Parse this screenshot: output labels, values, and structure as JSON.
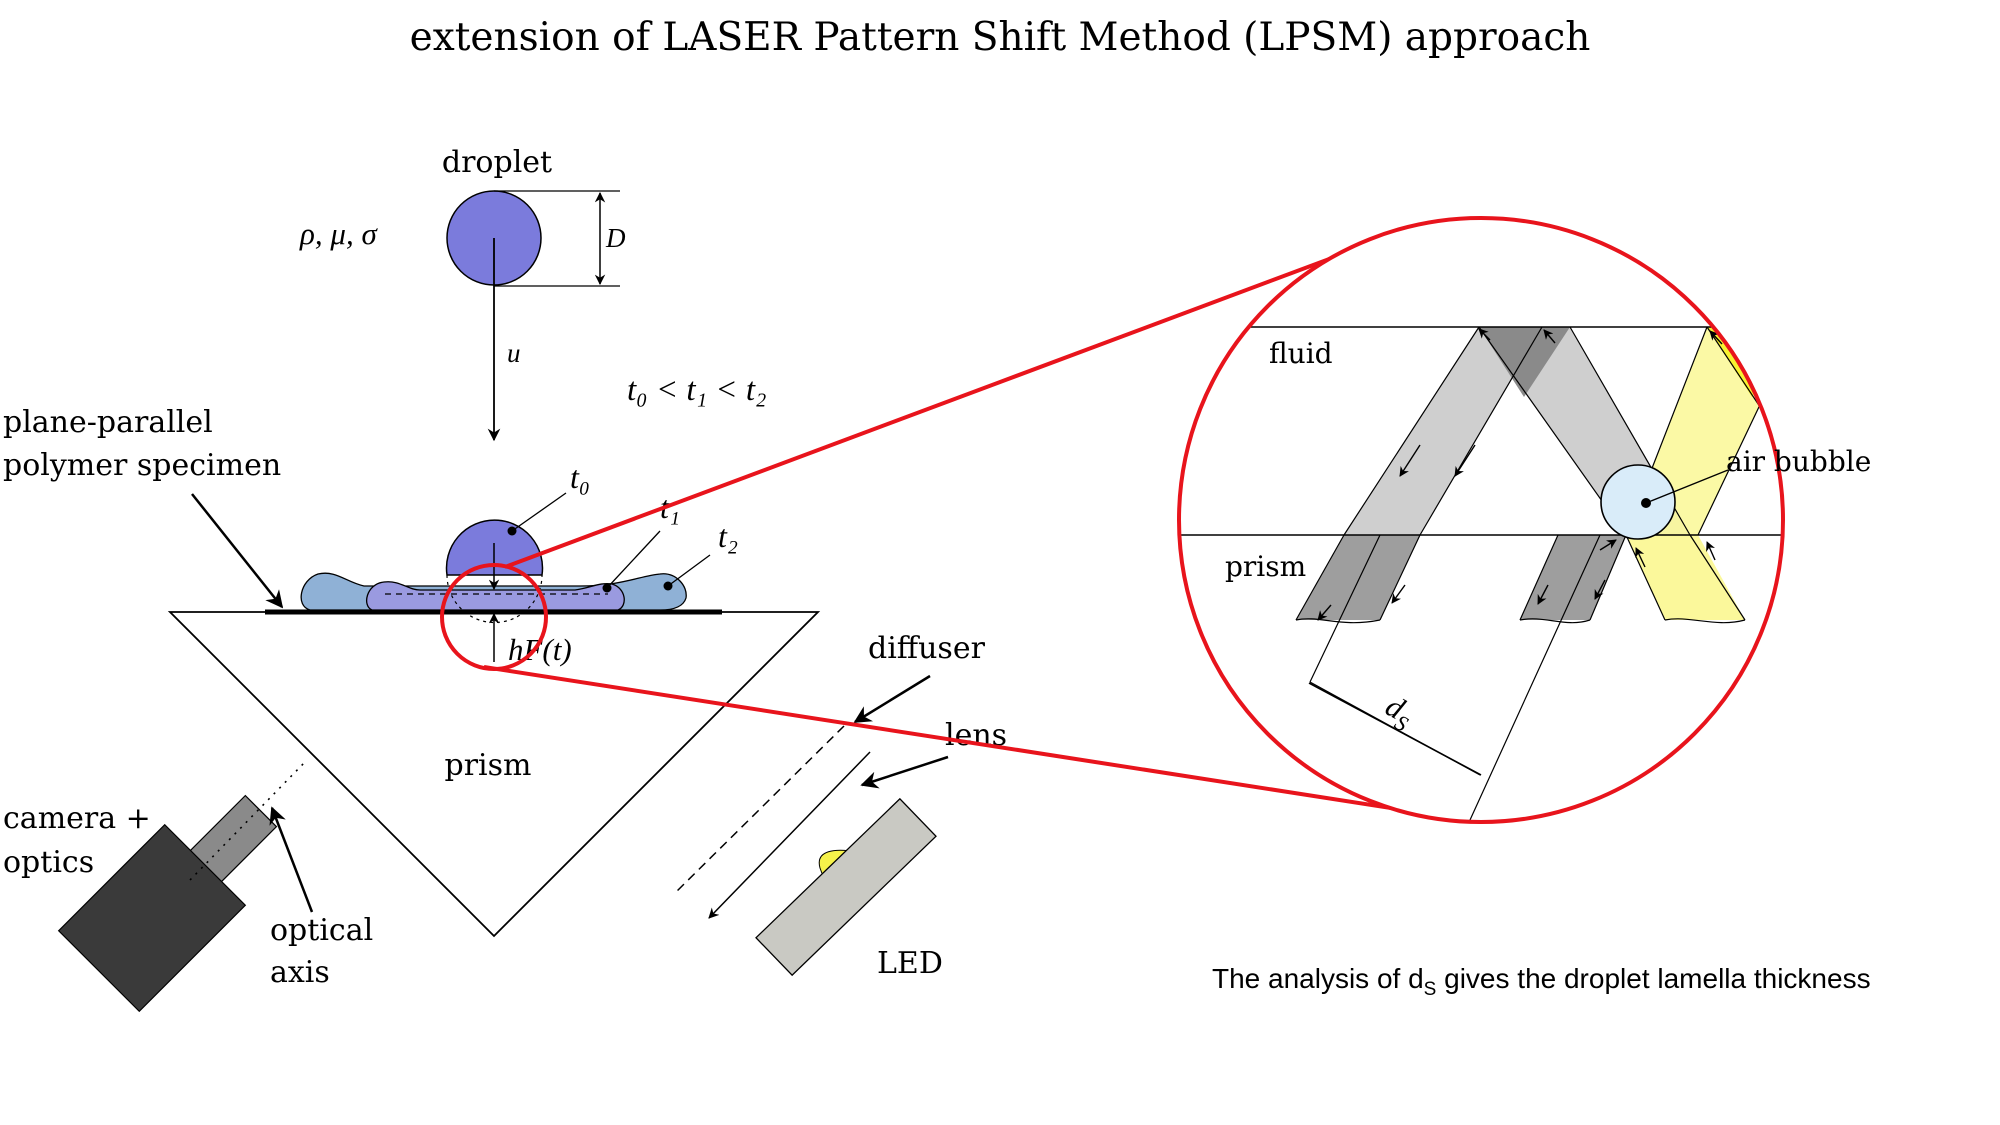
{
  "title": "extension of LASER Pattern Shift Method (LPSM) approach",
  "labels": {
    "droplet": "droplet",
    "properties": "ρ,  μ,  σ",
    "diameter": "D",
    "velocity": "u",
    "time_order": "t₀ < t₁ < t₂",
    "specimen_line1": "plane-parallel",
    "specimen_line2": "polymer specimen",
    "t0": "t₀",
    "t1": "t₁",
    "t2": "t₂",
    "film_height": "hF(t)",
    "prism": "prism",
    "camera_line1": "camera +",
    "camera_line2": "optics",
    "optical_axis_line1": "optical",
    "optical_axis_line2": "axis",
    "diffuser": "diffuser",
    "lens": "lens",
    "led": "LED"
  },
  "zoom": {
    "fluid": "fluid",
    "prism": "prism",
    "air_bubble": "air bubble",
    "ds": "dS"
  },
  "caption": {
    "prefix": "The analysis of d",
    "subscript": "S",
    "suffix": " gives the droplet lamella thickness"
  },
  "colors": {
    "highlight": "#e8141c",
    "droplet_fill": "#7b7bdc",
    "lamella_fill": "#8fb1d6",
    "beam_grey": "#cfcfcf",
    "beam_grey_dark": "#9a9a9a",
    "beam_yellow": "#fbf89b",
    "beam_yellow_overlap": "#f7f230",
    "bubble_fill": "#d9ecf9",
    "camera_body": "#3a3a3a",
    "led_body": "#c9c9c3",
    "led_light": "#f6f24a"
  }
}
